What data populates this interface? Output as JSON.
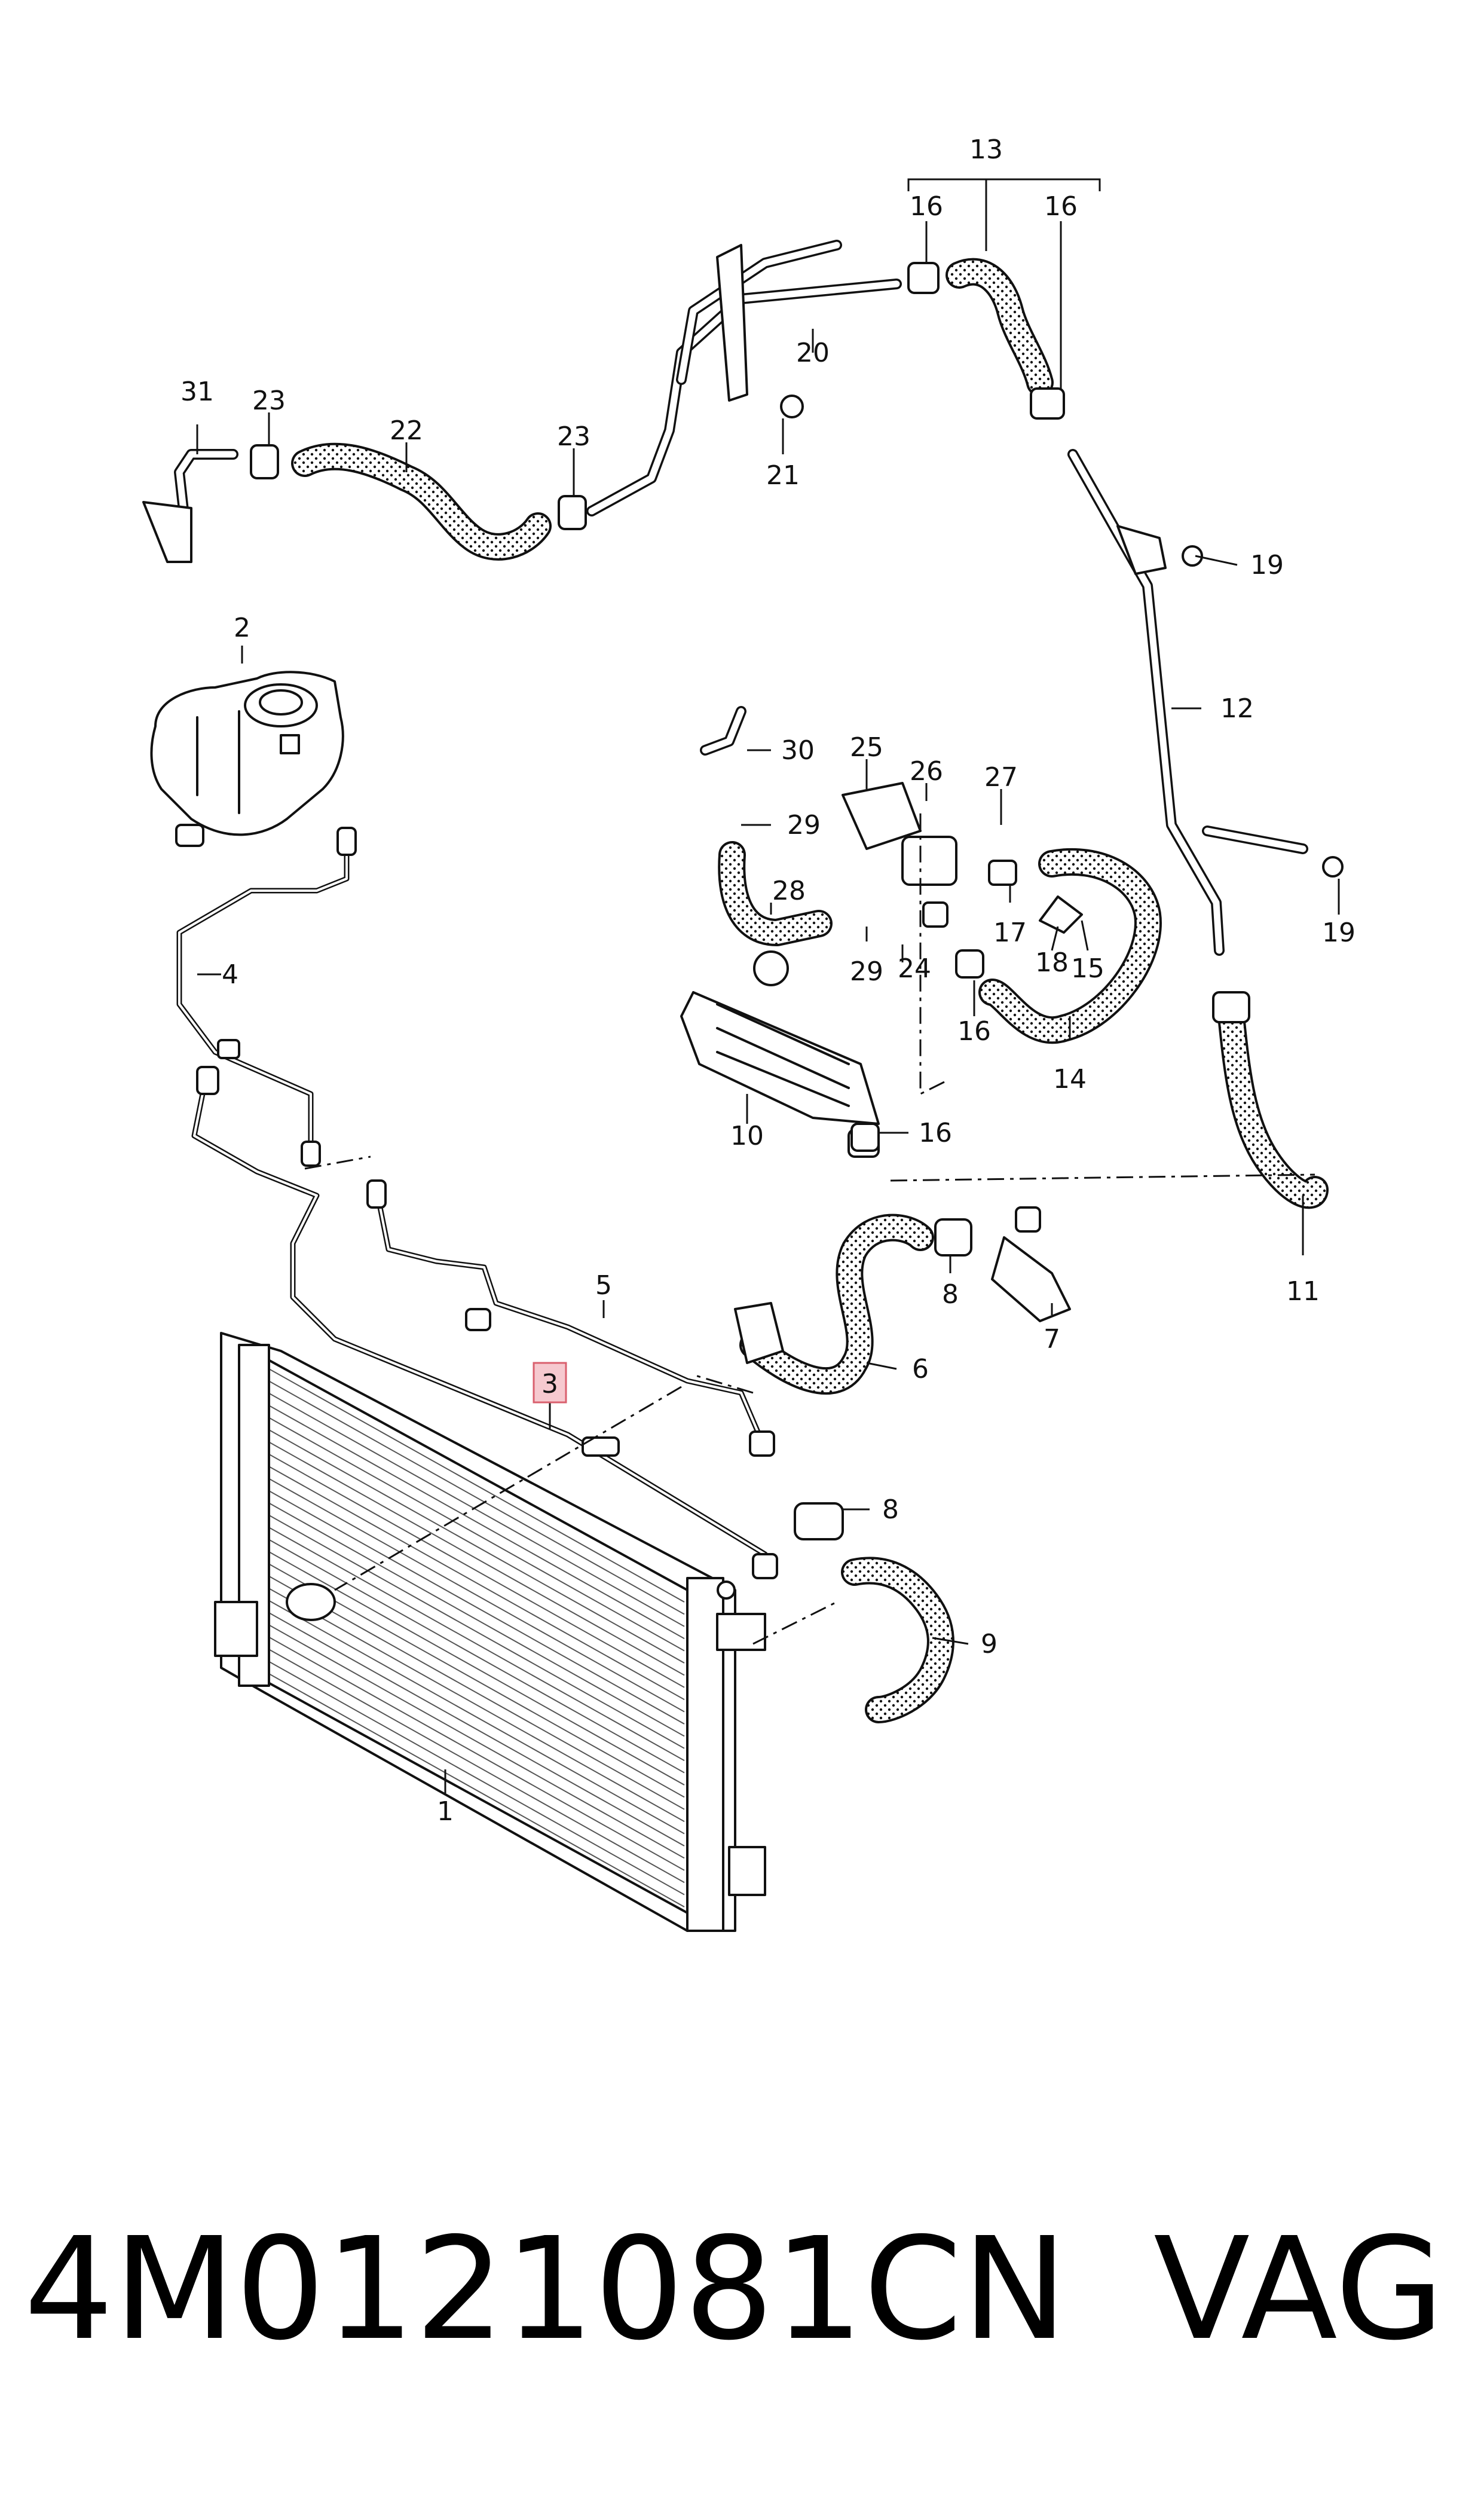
{
  "diagram": {
    "callouts": {
      "c1": "1",
      "c2": "2",
      "c3": "3",
      "c4": "4",
      "c5": "5",
      "c6": "6",
      "c7": "7",
      "c8a": "8",
      "c8b": "8",
      "c9": "9",
      "c10": "10",
      "c11": "11",
      "c12": "12",
      "c13": "13",
      "c14": "14",
      "c15": "15",
      "c16a": "16",
      "c16b": "16",
      "c16c": "16",
      "c16d": "16",
      "c17": "17",
      "c18": "18",
      "c19a": "19",
      "c19b": "19",
      "c20": "20",
      "c21": "21",
      "c22": "22",
      "c23a": "23",
      "c23b": "23",
      "c24": "24",
      "c25": "25",
      "c26": "26",
      "c27": "27",
      "c28": "28",
      "c29a": "29",
      "c29b": "29",
      "c30": "30",
      "c31": "31"
    },
    "highlighted_callout": "3",
    "highlight_color": "#f6c9cf"
  },
  "footer": {
    "part_number": "4M0121081CN",
    "brand": "VAG"
  }
}
